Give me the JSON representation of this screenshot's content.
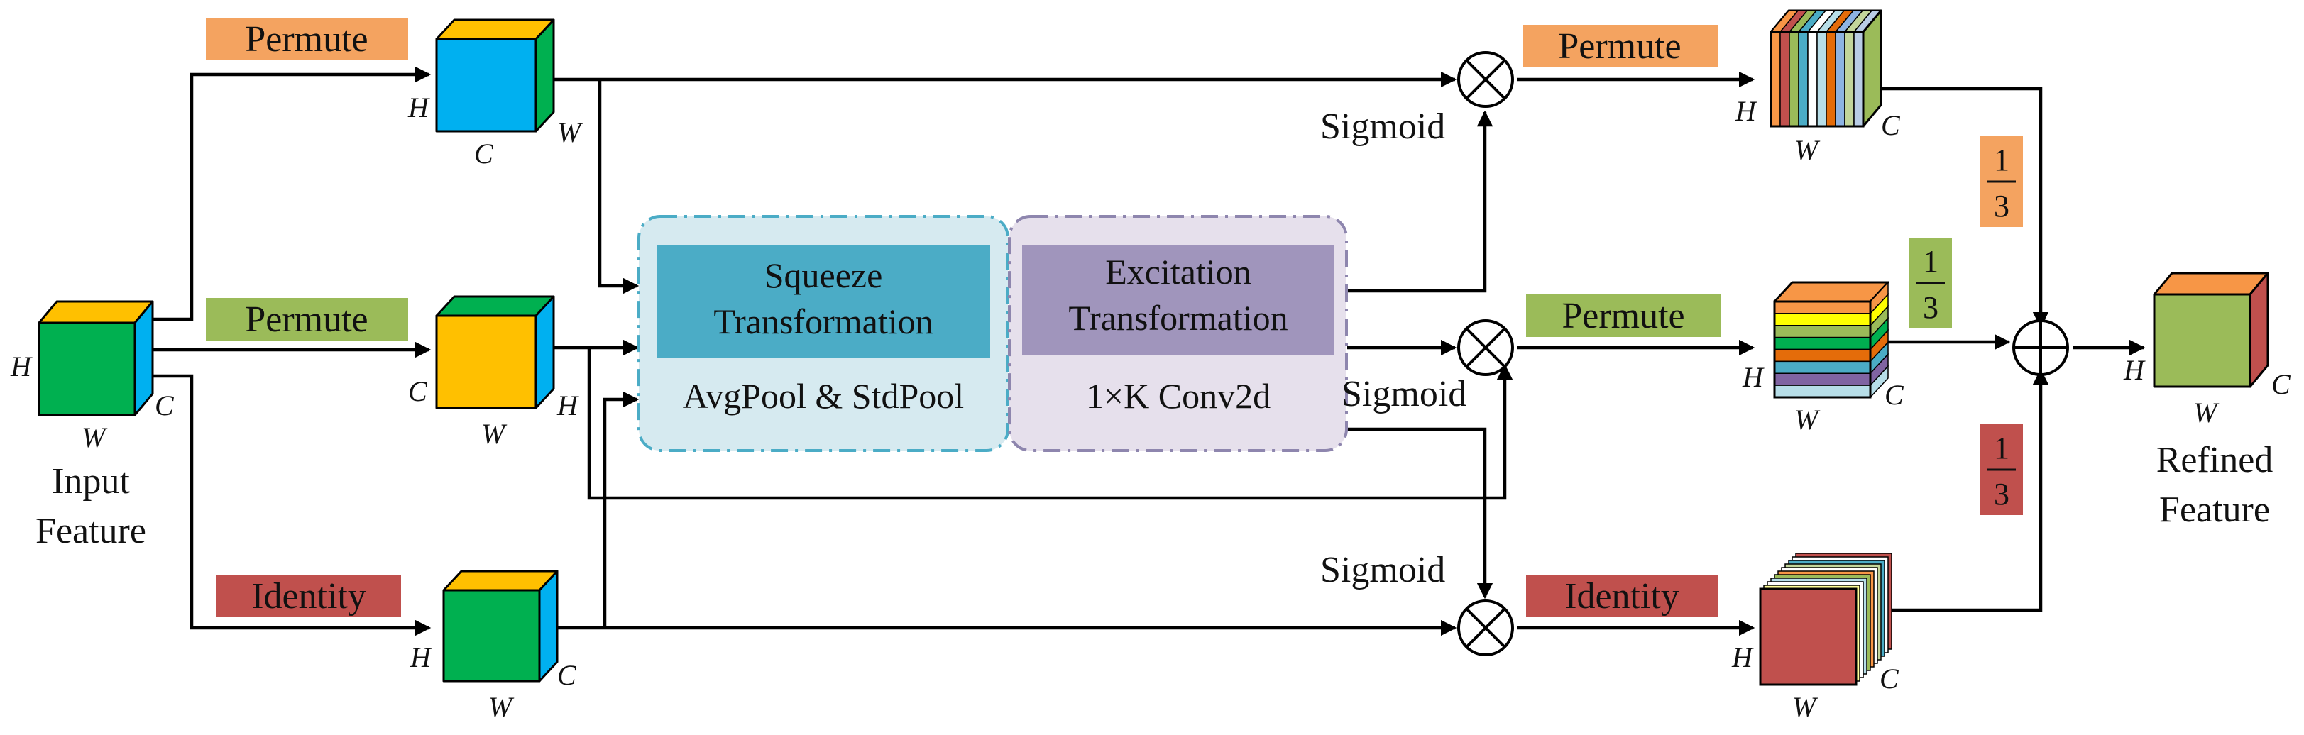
{
  "colors": {
    "orange": "#F4A360",
    "green_label": "#9BBB59",
    "red_label": "#C0504D",
    "cube_blue": "#00B0F0",
    "cube_green": "#00B050",
    "cube_yellow": "#FFC000",
    "squeeze_bg": "#D6EAF0",
    "squeeze_title_bg": "#4BACC6",
    "excite_bg": "#E6E0EC",
    "excite_title_bg": "#A095BC",
    "refined_top": "#F79646",
    "refined_front": "#9BBB59",
    "refined_side": "#C0504D"
  },
  "input": {
    "caption_line1": "Input",
    "caption_line2": "Feature",
    "axis_h": "H",
    "axis_w": "W",
    "axis_c": "C"
  },
  "branches": {
    "top": {
      "label": "Permute",
      "axis_h": "H",
      "axis_c": "C",
      "axis_w": "W",
      "out_label": "Permute",
      "sigmoid": "Sigmoid",
      "out_axis_h": "H",
      "out_axis_w": "W",
      "out_axis_c": "C",
      "weight_num": "1",
      "weight_den": "3"
    },
    "middle": {
      "label": "Permute",
      "axis_c": "C",
      "axis_w": "W",
      "axis_h": "H",
      "out_label": "Permute",
      "sigmoid": "Sigmoid",
      "out_axis_h": "H",
      "out_axis_w": "W",
      "out_axis_c": "C",
      "weight_num": "1",
      "weight_den": "3"
    },
    "bottom": {
      "label": "Identity",
      "axis_h": "H",
      "axis_w": "W",
      "axis_c": "C",
      "out_label": "Identity",
      "sigmoid": "Sigmoid",
      "out_axis_h": "H",
      "out_axis_w": "W",
      "out_axis_c": "C",
      "weight_num": "1",
      "weight_den": "3"
    }
  },
  "squeeze": {
    "title_line1": "Squeeze",
    "title_line2": "Transformation",
    "op": "AvgPool & StdPool"
  },
  "excitation": {
    "title_line1": "Excitation",
    "title_line2": "Transformation",
    "op": "1×K Conv2d"
  },
  "output": {
    "caption_line1": "Refined",
    "caption_line2": "Feature",
    "axis_h": "H",
    "axis_w": "W",
    "axis_c": "C"
  }
}
